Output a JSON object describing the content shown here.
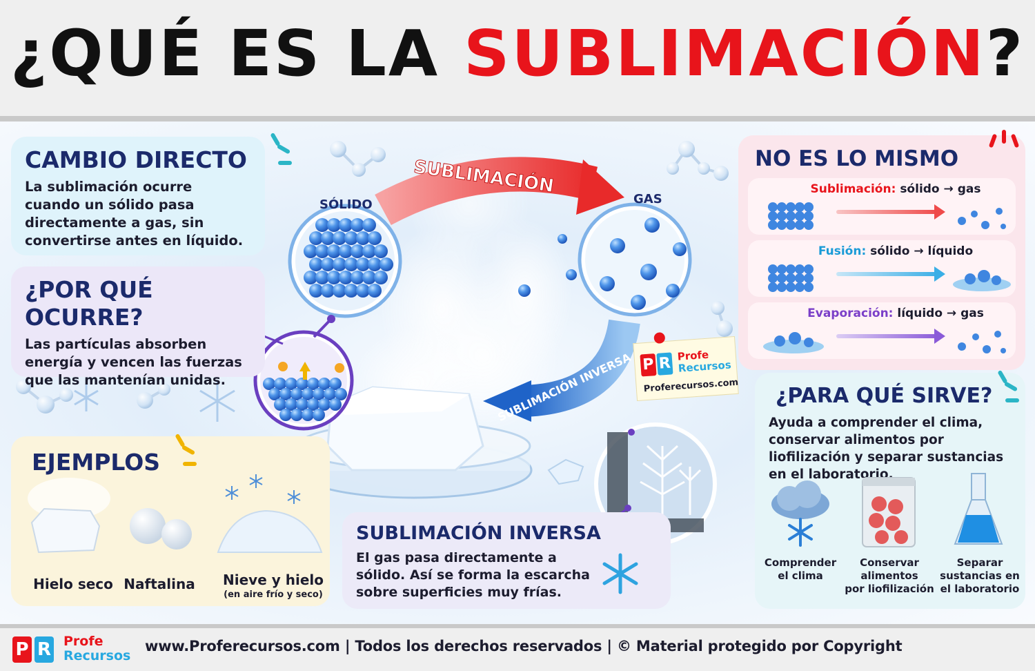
{
  "title": {
    "part1": "¿QUÉ ES LA ",
    "highlight": "SUBLIMACIÓN",
    "part2": "?"
  },
  "colors": {
    "accent_red": "#e8141b",
    "navy": "#1b2a6b",
    "particle_blue": "#3f86e0",
    "purple": "#6a3fc0"
  },
  "cambio_directo": {
    "heading": "CAMBIO DIRECTO",
    "text": "La sublimación ocurre cuando un sólido pasa directamente a gas, sin convertirse antes en líquido."
  },
  "por_que": {
    "heading": "¿POR QUÉ OCURRE?",
    "text": "Las partículas absorben energía y vencen las fuerzas que las mantenían unidas."
  },
  "diagram": {
    "solid_label": "SÓLIDO",
    "gas_label": "GAS",
    "forward_arrow": "SUBLIMACIÓN",
    "reverse_arrow": "SUBLIMACIÓN INVERSA"
  },
  "brand_note": {
    "line1": "Profe",
    "line2": "Recursos",
    "url": "Proferecursos.com"
  },
  "ejemplos": {
    "heading": "EJEMPLOS",
    "items": [
      {
        "label": "Hielo seco",
        "sub": ""
      },
      {
        "label": "Naftalina",
        "sub": ""
      },
      {
        "label": "Nieve y hielo",
        "sub": "(en aire frío y seco)"
      }
    ]
  },
  "inversa": {
    "heading": "SUBLIMACIÓN INVERSA",
    "text": "El gas pasa directamente a sólido. Así se forma la escarcha sobre superficies muy frías."
  },
  "no_es_lo_mismo": {
    "heading": "NO ES LO MISMO",
    "rows": [
      {
        "name": "Sublimación:",
        "desc": "sólido → gas",
        "name_color": "#e8141b",
        "arrow_color": "#ef4a4a"
      },
      {
        "name": "Fusión:",
        "desc": "sólido → líquido",
        "name_color": "#1a9bd7",
        "arrow_color": "#3aaee6"
      },
      {
        "name": "Evaporación:",
        "desc": "líquido → gas",
        "name_color": "#7b3fc8",
        "arrow_color": "#8a5ad8"
      }
    ]
  },
  "para_que_sirve": {
    "heading": "¿PARA QUÉ SIRVE?",
    "text": "Ayuda a comprender el clima, conservar alimentos por liofilización y separar sustancias en el laboratorio.",
    "uses": [
      {
        "line1": "Comprender",
        "line2": "el clima",
        "line3": "",
        "icon": "snow-cloud-icon"
      },
      {
        "line1": "Conservar",
        "line2": "alimentos",
        "line3": "por liofilización",
        "icon": "freeze-dried-bag-icon"
      },
      {
        "line1": "Separar",
        "line2": "sustancias en",
        "line3": "el laboratorio",
        "icon": "flask-icon"
      }
    ]
  },
  "footer": {
    "logo_line1": "Profe",
    "logo_line2": "Recursos",
    "text": "www.Proferecursos.com | Todos los derechos reservados | © Material protegido por Copyright"
  }
}
